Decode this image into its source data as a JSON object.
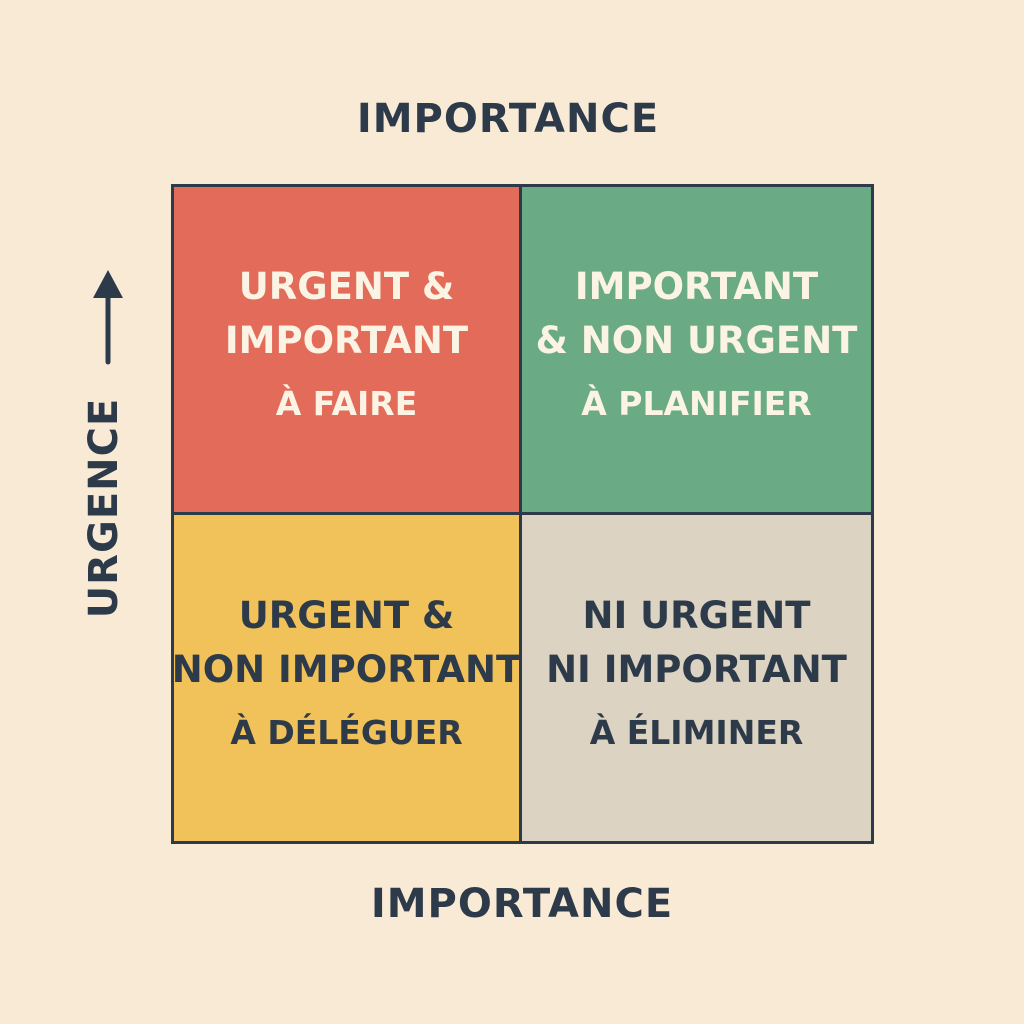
{
  "axes": {
    "top_label": "IMPORTANCE",
    "bottom_label": "IMPORTANCE",
    "side_label": "URGENCE",
    "side_arrow_icon": "arrow-up-icon"
  },
  "quadrants": [
    {
      "title_line1": "URGENT &",
      "title_line2": "IMPORTANT",
      "action": "À FAIRE",
      "color": "#e36b59"
    },
    {
      "title_line1": "IMPORTANT",
      "title_line2": "& NON URGENT",
      "action": "À PLANIFIER",
      "color": "#6aab86"
    },
    {
      "title_line1": "URGENT &",
      "title_line2": "NON IMPORTANT",
      "action": "À DÉLÉGUER",
      "color": "#f2c25a"
    },
    {
      "title_line1": "NI URGENT",
      "title_line2": "NI IMPORTANT",
      "action": "À ÉLIMINER",
      "color": "#dcd3c2"
    }
  ],
  "colors": {
    "background": "#f9ead6",
    "text_dark": "#2c3a4a",
    "text_light": "#fbf3e3"
  }
}
